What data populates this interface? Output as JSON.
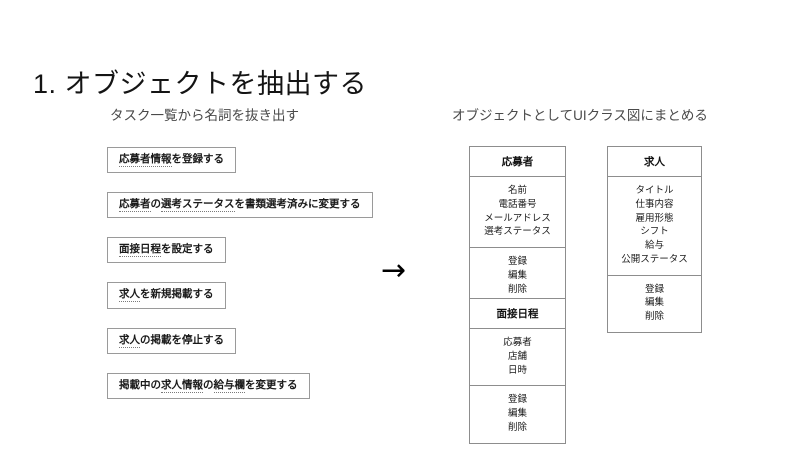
{
  "slide": {
    "title": "1. オブジェクトを抽出する",
    "left_caption": "タスク一覧から名詞を抜き出す",
    "right_caption": "オブジェクトとしてUIクラス図にまとめる",
    "arrow_glyph": "→"
  },
  "tasks": [
    {
      "text": "応募者情報を登録する",
      "parts": [
        {
          "text": "応募者情報",
          "noun": true
        },
        {
          "text": "を登録する",
          "noun": false
        }
      ]
    },
    {
      "text": "応募者の選考ステータスを書類選考済みに変更する",
      "parts": [
        {
          "text": "応募者",
          "noun": true
        },
        {
          "text": "の",
          "noun": false
        },
        {
          "text": "選考ステータス",
          "noun": true
        },
        {
          "text": "を書類選考済みに変更する",
          "noun": false
        }
      ]
    },
    {
      "text": "面接日程を設定する",
      "parts": [
        {
          "text": "面接日程",
          "noun": true
        },
        {
          "text": "を設定する",
          "noun": false
        }
      ]
    },
    {
      "text": "求人を新規掲載する",
      "parts": [
        {
          "text": "求人",
          "noun": true
        },
        {
          "text": "を新規掲載する",
          "noun": false
        }
      ]
    },
    {
      "text": "求人の掲載を停止する",
      "parts": [
        {
          "text": "求人",
          "noun": true
        },
        {
          "text": "の掲載を停止する",
          "noun": false
        }
      ]
    },
    {
      "text": "掲載中の求人情報の給与欄を変更する",
      "parts": [
        {
          "text": "掲載中の",
          "noun": false
        },
        {
          "text": "求人情報",
          "noun": true
        },
        {
          "text": "の",
          "noun": false
        },
        {
          "text": "給与欄",
          "noun": true
        },
        {
          "text": "を変更する",
          "noun": false
        }
      ]
    }
  ],
  "classes": {
    "applicant": {
      "name": "応募者",
      "attributes": [
        "名前",
        "電話番号",
        "メールアドレス",
        "選考ステータス"
      ],
      "operations": [
        "登録",
        "編集",
        "削除"
      ]
    },
    "job": {
      "name": "求人",
      "attributes": [
        "タイトル",
        "仕事内容",
        "雇用形態",
        "シフト",
        "給与",
        "公開ステータス"
      ],
      "operations": [
        "登録",
        "編集",
        "削除"
      ]
    },
    "schedule": {
      "name": "面接日程",
      "attributes": [
        "応募者",
        "店舗",
        "日時"
      ],
      "operations": [
        "登録",
        "編集",
        "削除"
      ]
    }
  },
  "colors": {
    "background": "#ffffff",
    "text": "#1a1a1a",
    "box_border": "#9a9a9a",
    "class_border": "#8d8d8d",
    "caption": "#4a4a4a"
  }
}
